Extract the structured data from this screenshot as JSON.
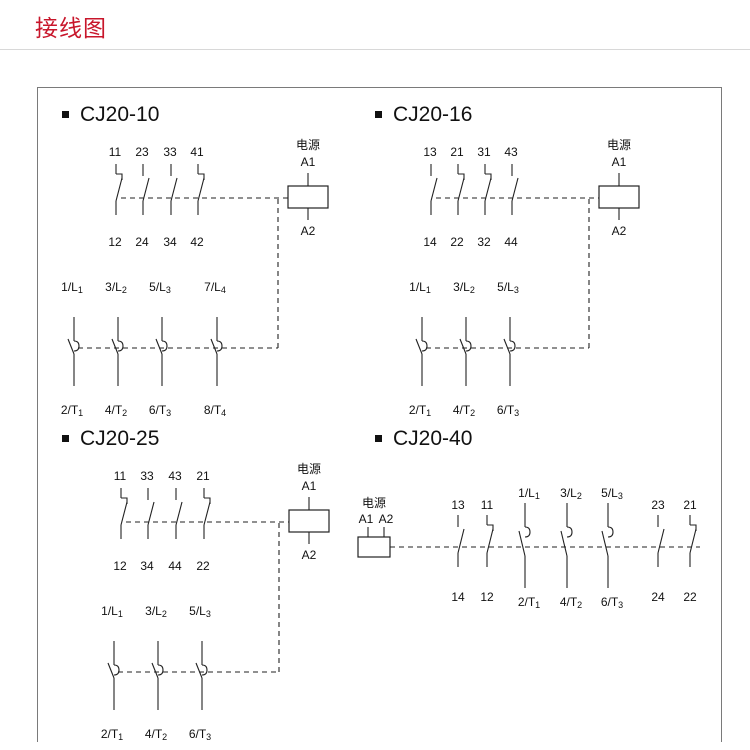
{
  "page": {
    "title": "接线图"
  },
  "colors": {
    "title": "#c8162b",
    "line": "#222222",
    "frame": "#7a7a7a"
  },
  "sections": [
    {
      "id": "cj20-10",
      "title": "CJ20-10",
      "power": {
        "label": "电源",
        "a1": "A1",
        "a2": "A2"
      },
      "aux": [
        {
          "top": "11",
          "bottom": "12",
          "kind": "nc"
        },
        {
          "top": "23",
          "bottom": "24",
          "kind": "no"
        },
        {
          "top": "33",
          "bottom": "34",
          "kind": "no"
        },
        {
          "top": "41",
          "bottom": "42",
          "kind": "nc"
        }
      ],
      "main": [
        {
          "top": "1/L1",
          "top_main": "1/L",
          "top_sub": "1",
          "bottom_main": "2/T",
          "bottom_sub": "1"
        },
        {
          "top_main": "3/L",
          "top_sub": "2",
          "bottom_main": "4/T",
          "bottom_sub": "2"
        },
        {
          "top_main": "5/L",
          "top_sub": "3",
          "bottom_main": "6/T",
          "bottom_sub": "3"
        },
        {
          "top_main": "7/L",
          "top_sub": "4",
          "bottom_main": "8/T",
          "bottom_sub": "4"
        }
      ]
    },
    {
      "id": "cj20-16",
      "title": "CJ20-16",
      "power": {
        "label": "电源",
        "a1": "A1",
        "a2": "A2"
      },
      "aux": [
        {
          "top": "13",
          "bottom": "14",
          "kind": "no"
        },
        {
          "top": "21",
          "bottom": "22",
          "kind": "nc"
        },
        {
          "top": "31",
          "bottom": "32",
          "kind": "nc"
        },
        {
          "top": "43",
          "bottom": "44",
          "kind": "no"
        }
      ],
      "main": [
        {
          "top_main": "1/L",
          "top_sub": "1",
          "bottom_main": "2/T",
          "bottom_sub": "1"
        },
        {
          "top_main": "3/L",
          "top_sub": "2",
          "bottom_main": "4/T",
          "bottom_sub": "2"
        },
        {
          "top_main": "5/L",
          "top_sub": "3",
          "bottom_main": "6/T",
          "bottom_sub": "3"
        }
      ]
    },
    {
      "id": "cj20-25",
      "title": "CJ20-25",
      "power": {
        "label": "电源",
        "a1": "A1",
        "a2": "A2"
      },
      "aux": [
        {
          "top": "11",
          "bottom": "12",
          "kind": "nc"
        },
        {
          "top": "33",
          "bottom": "34",
          "kind": "no"
        },
        {
          "top": "43",
          "bottom": "44",
          "kind": "no"
        },
        {
          "top": "21",
          "bottom": "22",
          "kind": "nc"
        }
      ],
      "main": [
        {
          "top_main": "1/L",
          "top_sub": "1",
          "bottom_main": "2/T",
          "bottom_sub": "1"
        },
        {
          "top_main": "3/L",
          "top_sub": "2",
          "bottom_main": "4/T",
          "bottom_sub": "2"
        },
        {
          "top_main": "5/L",
          "top_sub": "3",
          "bottom_main": "6/T",
          "bottom_sub": "3"
        }
      ]
    },
    {
      "id": "cj20-40",
      "title": "CJ20-40",
      "power": {
        "label": "电源",
        "a1": "A1",
        "a2": "A2"
      },
      "contacts": [
        {
          "top": "13",
          "bottom": "14",
          "kind": "no"
        },
        {
          "top": "11",
          "bottom": "12",
          "kind": "nc"
        },
        {
          "top_main": "1/L",
          "top_sub": "1",
          "bottom_main": "2/T",
          "bottom_sub": "1",
          "kind": "main"
        },
        {
          "top_main": "3/L",
          "top_sub": "2",
          "bottom_main": "4/T",
          "bottom_sub": "2",
          "kind": "main"
        },
        {
          "top_main": "5/L",
          "top_sub": "3",
          "bottom_main": "6/T",
          "bottom_sub": "3",
          "kind": "main"
        },
        {
          "top": "23",
          "bottom": "24",
          "kind": "no"
        },
        {
          "top": "21",
          "bottom": "22",
          "kind": "nc"
        }
      ]
    }
  ]
}
